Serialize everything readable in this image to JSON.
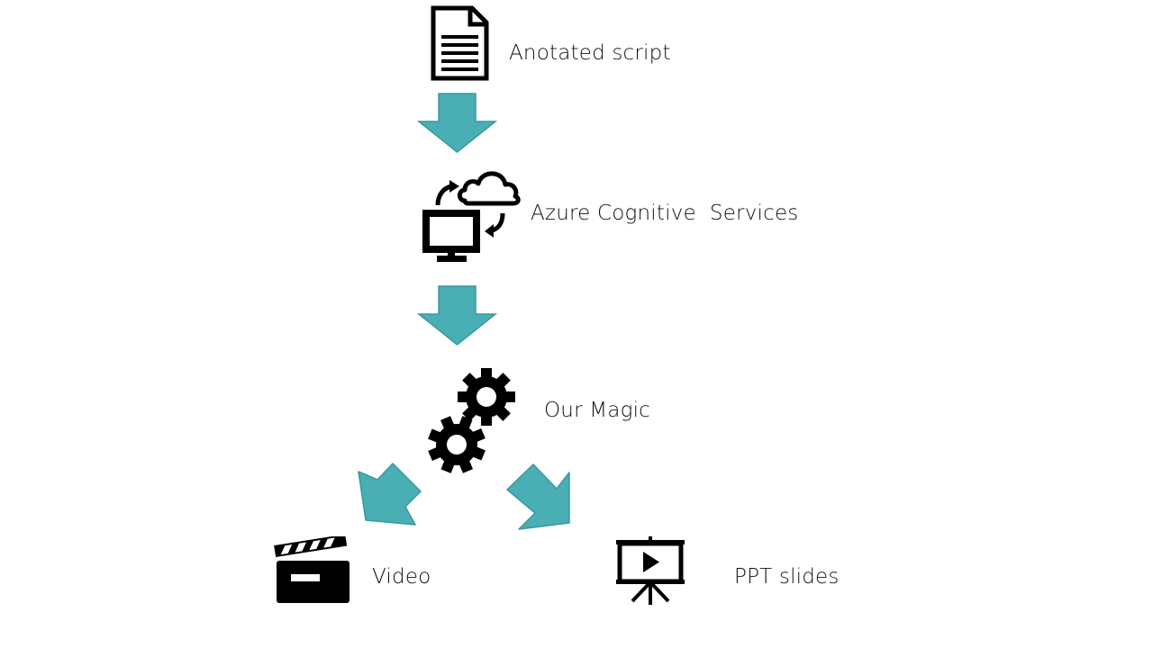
{
  "colors": {
    "arrow": "#4AAEB5",
    "arrow_stroke": "#3A97A0",
    "icon": "#000000",
    "text": "#111111"
  },
  "nodes": {
    "script": {
      "label": "Anotated script",
      "icon": "document-icon"
    },
    "azure": {
      "label": "Azure Cognitive  Services",
      "icon": "cloud-computer-sync-icon"
    },
    "magic": {
      "label": "Our Magic",
      "icon": "gears-icon"
    },
    "video": {
      "label": "Video",
      "icon": "clapperboard-icon"
    },
    "ppt": {
      "label": "PPT slides",
      "icon": "presentation-screen-icon"
    }
  },
  "edges": [
    {
      "from": "script",
      "to": "azure",
      "direction": "down"
    },
    {
      "from": "azure",
      "to": "magic",
      "direction": "down"
    },
    {
      "from": "magic",
      "to": "video",
      "direction": "down-left"
    },
    {
      "from": "magic",
      "to": "ppt",
      "direction": "down-right"
    }
  ]
}
